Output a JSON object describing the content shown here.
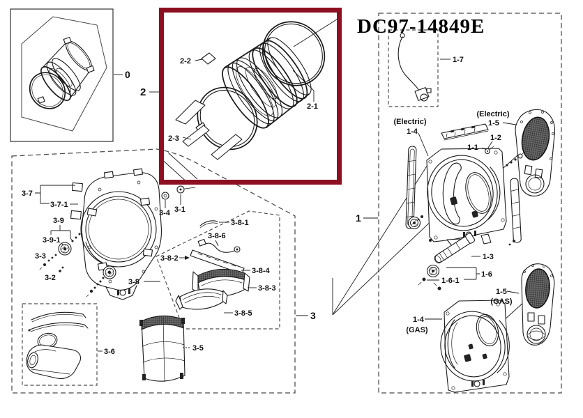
{
  "title": "DC97-14849E",
  "colors": {
    "highlight_box": "#8C1021",
    "line_art": "#1a1a1a"
  },
  "sections": {
    "s0": "0",
    "s1": "1",
    "s2": "2",
    "s3": "3"
  },
  "captions": {
    "electric_heater": "(Electric)",
    "electric_duct": "(Electric)",
    "gas_heater": "(GAS)",
    "gas_duct": "(GAS)"
  },
  "parts": {
    "p2_1": "2-1",
    "p2_2": "2-2",
    "p2_3": "2-3",
    "p1_7": "1-7",
    "p1_5e": "1-5",
    "p1_4e": "1-4",
    "p1_1": "1-1",
    "p1_2": "1-2",
    "p1_3": "1-3",
    "p1_6": "1-6",
    "p1_6_1": "1-6-1",
    "p1_5g": "1-5",
    "p1_4g": "1-4",
    "p3_7": "3-7",
    "p3_7_1": "3-7-1",
    "p3_9": "3-9",
    "p3_9_1": "3-9-1",
    "p3_3": "3-3",
    "p3_2": "3-2",
    "p3_4": "3-4",
    "p3_1": "3-1",
    "p3_8": "3-8",
    "p3_8_1": "3-8-1",
    "p3_8_2": "3-8-2",
    "p3_8_3": "3-8-3",
    "p3_8_4": "3-8-4",
    "p3_8_5": "3-8-5",
    "p3_8_6": "3-8-6",
    "p3_5": "3-5",
    "p3_6": "3-6"
  }
}
